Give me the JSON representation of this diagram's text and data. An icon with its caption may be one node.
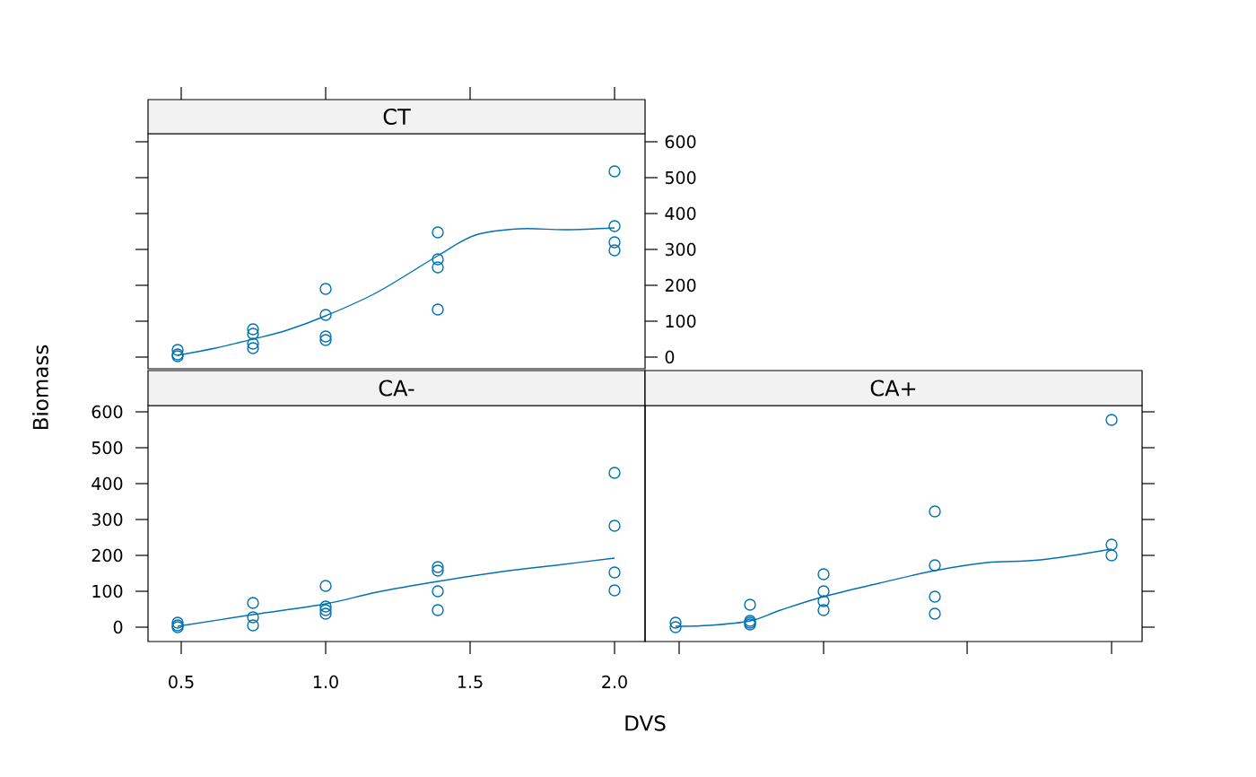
{
  "diagram": {
    "nodes": [
      {
        "text": [
          "CT"
        ]
      },
      {
        "text": [
          "CA-"
        ]
      },
      {
        "text": [
          "CA+"
        ]
      }
    ],
    "labels": [
      "600",
      "500",
      "400",
      "300",
      "200",
      "100",
      "0",
      "Biomass",
      "600",
      "500",
      "400",
      "300",
      "200",
      "100",
      "0",
      "0.5",
      "1.0",
      "1.5",
      "2.0",
      "DVS"
    ]
  }
}
